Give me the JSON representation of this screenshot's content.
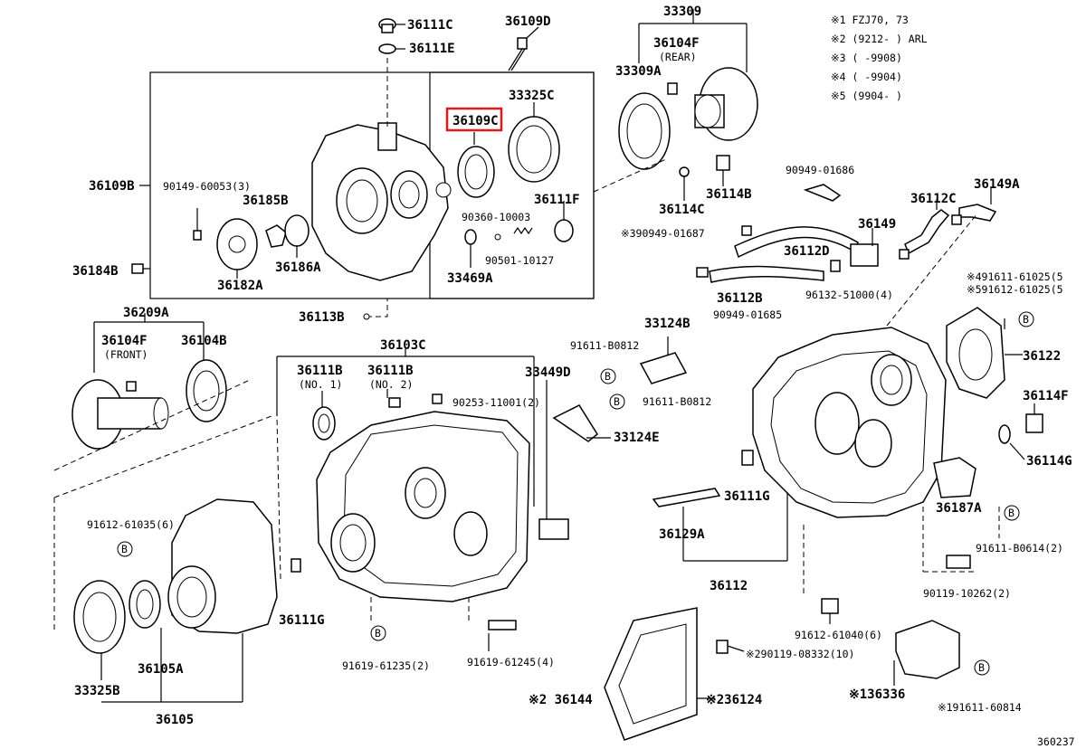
{
  "labels": {
    "p36111C": "36111C",
    "p36111E": "36111E",
    "p36109D": "36109D",
    "p33309": "33309",
    "p36104F_rear": "36104F",
    "rear_note": "(REAR)",
    "p33309A": "33309A",
    "p33325C": "33325C",
    "p36109C": "36109C",
    "p36109B": "36109B",
    "b90149_60053": "90149-60053(3)",
    "p36185B": "36185B",
    "p36111F": "36111F",
    "b90360_10003": "90360-10003",
    "b90501_10127": "90501-10127",
    "p36186A": "36186A",
    "p36182A": "36182A",
    "p33469A": "33469A",
    "p36184B": "36184B",
    "p36113B": "36113B",
    "p36114C": "36114C",
    "p36114B": "36114B",
    "b90949_01686": "90949-01686",
    "p36112C": "36112C",
    "p36149A": "36149A",
    "b90949_01687": "※390949-01687",
    "p36112D": "36112D",
    "p36149": "36149",
    "p36112B": "36112B",
    "b96132_51000": "96132-51000(4)",
    "b91611_61025": "※491611-61025(5",
    "b91612_61025": "※591612-61025(5",
    "b90949_01685": "90949-01685",
    "p36209A": "36209A",
    "p36104F_front": "36104F",
    "front_note": "(FRONT)",
    "p36104B": "36104B",
    "p36103C": "36103C",
    "p36111B_1": "36111B",
    "no1": "(NO. 1)",
    "p36111B_2": "36111B",
    "no2": "(NO. 2)",
    "p33449D": "33449D",
    "b90253_11001": "90253-11001(2)",
    "p33124B": "33124B",
    "b91611_B0812_a": "91611-B0812",
    "b91611_B0812_b": "91611-B0812",
    "p33124E": "33124E",
    "p36122": "36122",
    "p36114F": "36114F",
    "p36114G": "36114G",
    "b91612_61035": "91612-61035(6)",
    "p36111G_a": "36111G",
    "p36111G_b": "36111G",
    "p36129A": "36129A",
    "p36187A": "36187A",
    "b91611_B0614": "91611-B0614(2)",
    "p36112": "36112",
    "b90119_10262": "90119-10262(2)",
    "b91612_61040": "91612-61040(6)",
    "b91619_61235": "91619-61235(2)",
    "b91619_61245": "91619-61245(4)",
    "b90119_08332": "※290119-08332(10)",
    "p33325B": "33325B",
    "p36105A": "36105A",
    "p36105": "36105",
    "p36144": "※2 36144",
    "p36124": "※236124",
    "p36336": "※136336",
    "b91611_60814": "※191611-60814",
    "diagram_id": "360237",
    "bolt_symbol": "B"
  },
  "notes": [
    "※1 FZJ70, 73",
    "※2 (9212-      )  ARL",
    "※3 (      -9908)",
    "※4 (      -9904)",
    "※5 (9904-      )"
  ],
  "highlight_color": "#e01b1b"
}
